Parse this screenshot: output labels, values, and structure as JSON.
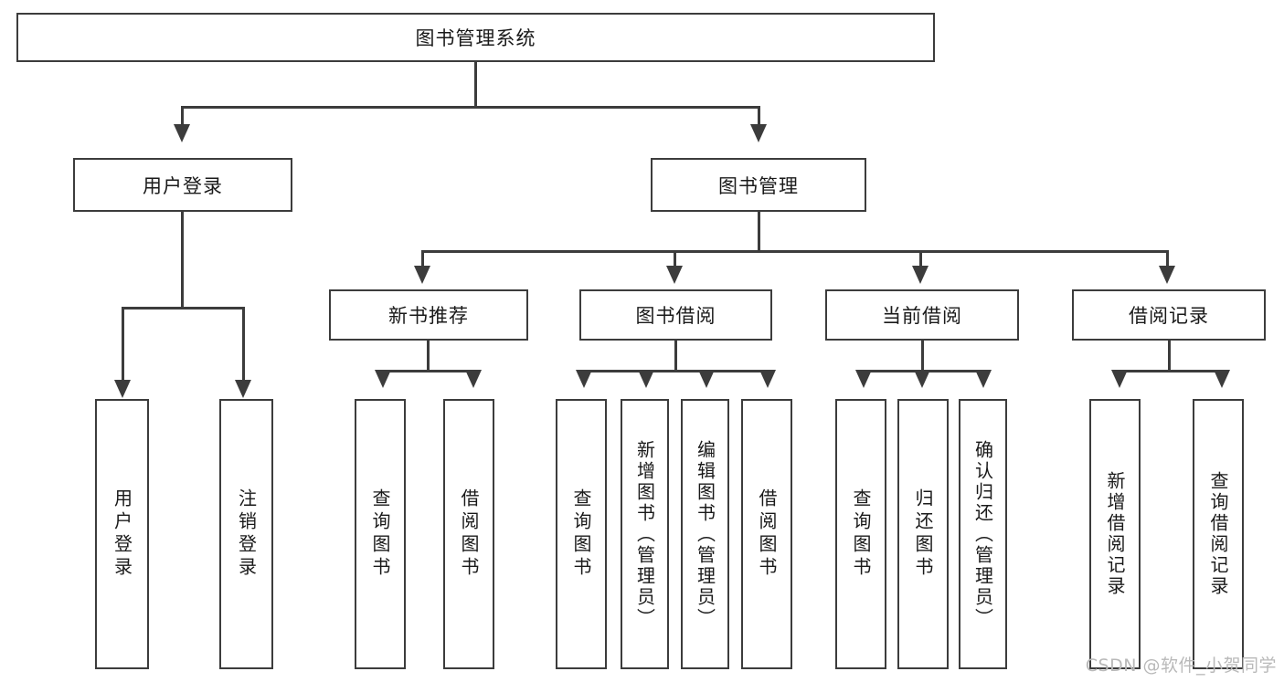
{
  "diagram": {
    "title": "图书管理系统",
    "type": "hierarchy-tree",
    "root": {
      "label": "图书管理系统"
    },
    "level2": [
      {
        "label": "用户登录"
      },
      {
        "label": "图书管理"
      }
    ],
    "level3": [
      {
        "label": "新书推荐"
      },
      {
        "label": "图书借阅"
      },
      {
        "label": "当前借阅"
      },
      {
        "label": "借阅记录"
      }
    ],
    "leaves": {
      "user_login": [
        {
          "label": "用户登录"
        },
        {
          "label": "注销登录"
        }
      ],
      "new_book_recommend": [
        {
          "label": "查询图书"
        },
        {
          "label": "借阅图书"
        }
      ],
      "book_borrow": [
        {
          "label": "查询图书"
        },
        {
          "label": "新增图书（管理员）"
        },
        {
          "label": "编辑图书（管理员）"
        },
        {
          "label": "借阅图书"
        }
      ],
      "current_borrow": [
        {
          "label": "查询图书"
        },
        {
          "label": "归还图书"
        },
        {
          "label": "确认归还（管理员）"
        }
      ],
      "borrow_record": [
        {
          "label": "新增借阅记录"
        },
        {
          "label": "查询借阅记录"
        }
      ]
    }
  },
  "watermark": {
    "text": "CSDN @软件_小贺同学"
  },
  "colors": {
    "stroke": "#3c3c3c",
    "background": "#ffffff",
    "text": "#1a1a1a",
    "watermark": "#b9b9b9"
  }
}
